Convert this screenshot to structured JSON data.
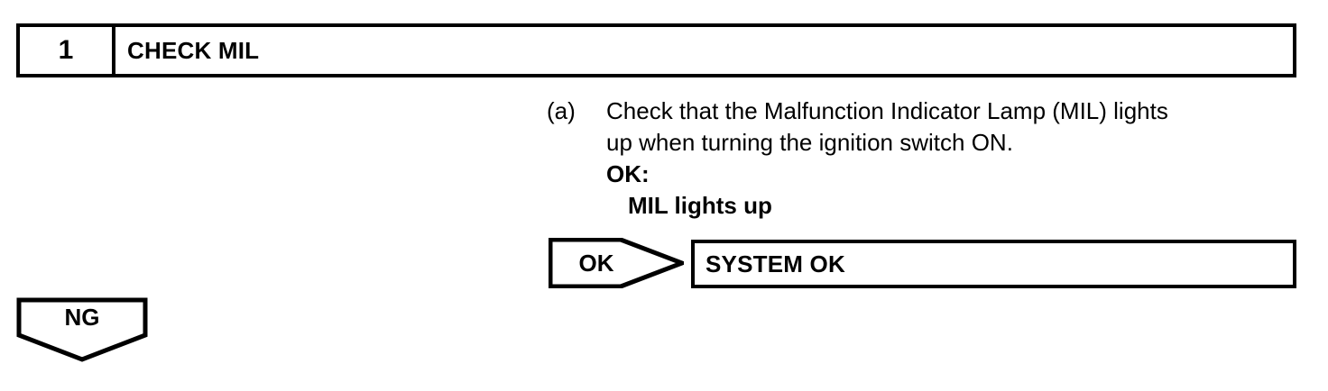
{
  "document": {
    "type": "automotive-diagnostic-flowchart-step",
    "background_color": "#ffffff",
    "line_color": "#000000",
    "text_color": "#000000"
  },
  "step_header": {
    "number": "1",
    "title": "CHECK MIL"
  },
  "procedure": {
    "marker": "(a)",
    "lines": [
      "Check that the Malfunction Indicator Lamp (MIL) lights",
      "up when turning the ignition switch ON."
    ],
    "ok_label": "OK:",
    "ok_criteria": "MIL lights up"
  },
  "result_ok": {
    "branch_label": "OK",
    "outcome": "SYSTEM OK"
  },
  "result_ng": {
    "branch_label": "NG"
  }
}
